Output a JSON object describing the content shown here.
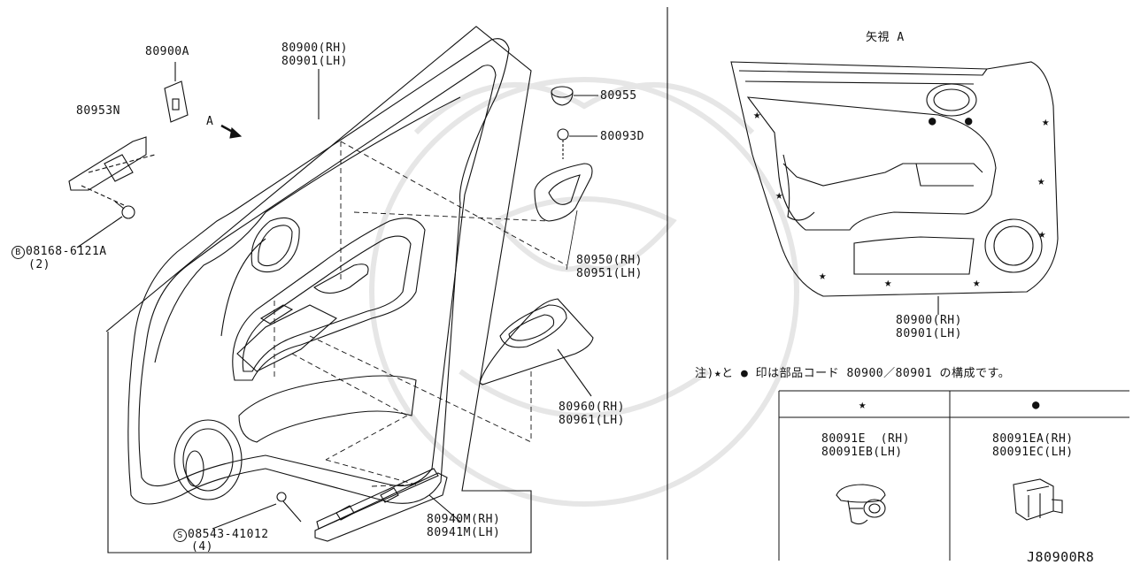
{
  "labels": {
    "p80900a": "80900A",
    "p80953n": "80953N",
    "arrow_a": "A",
    "p80900_rh": "80900(RH)",
    "p80901_lh": "80901(LH)",
    "b_symbol": "B",
    "p08168": "08168-6121A",
    "qty_2": "(2)",
    "p80955": "80955",
    "p80093d": "80093D",
    "p80950_rh": "80950(RH)",
    "p80951_lh": "80951(LH)",
    "p80960_rh": "80960(RH)",
    "p80961_lh": "80961(LH)",
    "p80940m_rh": "80940M(RH)",
    "p80941m_lh": "80941M(LH)",
    "s_symbol": "S",
    "p08543": "08543-41012",
    "qty_4": "(4)"
  },
  "view_a": {
    "title": "矢視 A",
    "p80900_rh": "80900(RH)",
    "p80901_lh": "80901(LH)",
    "star": "★",
    "dot": "●",
    "note": "注)★と ● 印は部品コード 80900／80901 の構成です。"
  },
  "table": {
    "header_star": "★",
    "header_dot": "●",
    "star_rh": "80091E  (RH)",
    "star_lh": "80091EB(LH)",
    "dot_rh": "80091EA(RH)",
    "dot_lh": "80091EC(LH)"
  },
  "diagram_code": "J80900R8"
}
